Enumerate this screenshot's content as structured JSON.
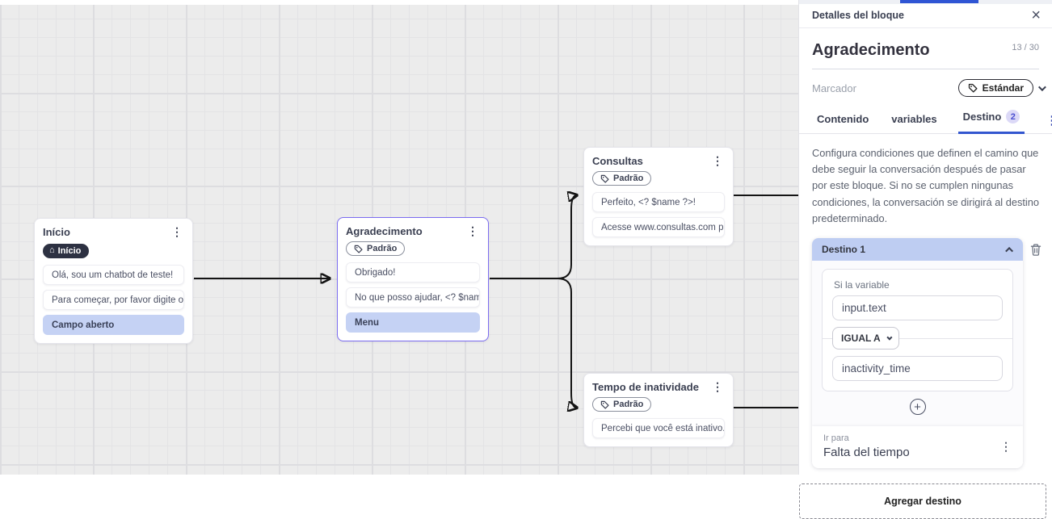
{
  "icons": {
    "kebab": "⋮",
    "home": "⌂",
    "close": "×",
    "plus": "+"
  },
  "colors": {
    "accent_blue": "#3356cf",
    "tab_badge_bg": "#dcd9f7",
    "highlight_row_bg": "#c5d2f4",
    "selected_node_border": "#7b6cf0",
    "destination_header_bg": "#becdf2",
    "dark_badge_bg": "#2d3142",
    "edge_color": "#141414"
  },
  "canvas": {
    "nodes": [
      {
        "title": "Início",
        "badge": "Início",
        "rows": [
          "Olá, sou um chatbot de teste!",
          "Para começar, por favor digite o ...",
          "Campo aberto"
        ]
      },
      {
        "title": "Agradecimento",
        "chip": "Padrão",
        "rows": [
          "Obrigado!",
          "No que posso ajudar, <? $name ...",
          "Menu"
        ]
      },
      {
        "title": "Consultas",
        "chip": "Padrão",
        "rows": [
          "Perfeito, <? $name ?>!",
          "Acesse www.consultas.com par..."
        ]
      },
      {
        "title": "Tempo de inatividade",
        "chip": "Padrão",
        "rows": [
          "Percebi que você está inativo. C..."
        ]
      }
    ]
  },
  "panel": {
    "header": {
      "title": "Detalles del bloque"
    },
    "block": {
      "title": "Agradecimento",
      "counter": "13 / 30"
    },
    "marker": {
      "label": "Marcador",
      "chip": "Estándar"
    },
    "tabs": {
      "contenido": "Contenido",
      "variables": "variables",
      "destino": "Destino",
      "destino_badge": "2"
    },
    "description": "Configura condiciones que definen el camino que debe seguir la conversación después de pasar por este bloque. Si no se cumplen ningunas condiciones, la conversación se dirigirá al destino predeterminado.",
    "destination": {
      "header": "Destino 1",
      "condition_label": "Si la variable",
      "variable_value": "input.text",
      "operator": "IGUAL A",
      "compare_value": "inactivity_time",
      "goto_label": "Ir para",
      "goto_value": "Falta del tiempo"
    },
    "add_destination_label": "Agregar destino"
  }
}
